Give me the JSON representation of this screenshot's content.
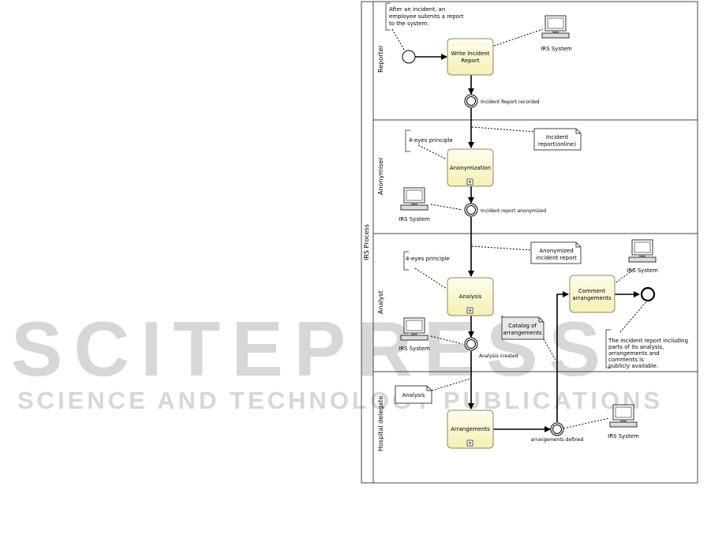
{
  "watermark": {
    "main": "SCITEPRESS",
    "sub": "SCIENCE AND TECHNOLOGY PUBLICATIONS"
  },
  "pool": {
    "label": "IRS Process"
  },
  "lanes": {
    "reporter": "Reporter",
    "anonymiser": "Anonymiser",
    "analyst": "Analyst",
    "hospital_delegate": "Hospital delegate"
  },
  "annotations": {
    "after_incident": [
      "After an incident, an",
      "employee submits a report",
      "to the system."
    ],
    "four_eyes_1": "4-eyes principle",
    "four_eyes_2": "4-eyes principle",
    "incident_report_online": [
      "Incident",
      "report(online)"
    ],
    "anonymized_report": [
      "Anonymized",
      "incident report"
    ],
    "catalog": [
      "Catalog of",
      "arrangements"
    ],
    "analysis_doc": "Analysis",
    "public_note": [
      "The incident report including",
      "parts of its analysis,",
      "arrangements and",
      "comments is",
      "publicly available."
    ]
  },
  "tasks": {
    "write_report": [
      "Write Incident",
      "Report"
    ],
    "anonymization": "Anonymization",
    "analysis": "Analysis",
    "arrangements": "Arrangements",
    "comment": [
      "Comment",
      "arrangements"
    ]
  },
  "events": {
    "report_recorded": "Incident Report recorded",
    "report_anonymized": "Incident report anonymized",
    "analysis_created": "Analysis created",
    "arrangements_defined": "arrangements defined"
  },
  "systems": {
    "irs_label": "IRS System"
  },
  "colors": {
    "task_fill_top": "#fefeee",
    "task_fill_bottom": "#f4f0b2",
    "task_stroke": "#8a8a6a",
    "line": "#000000",
    "lane_border": "#444444"
  }
}
